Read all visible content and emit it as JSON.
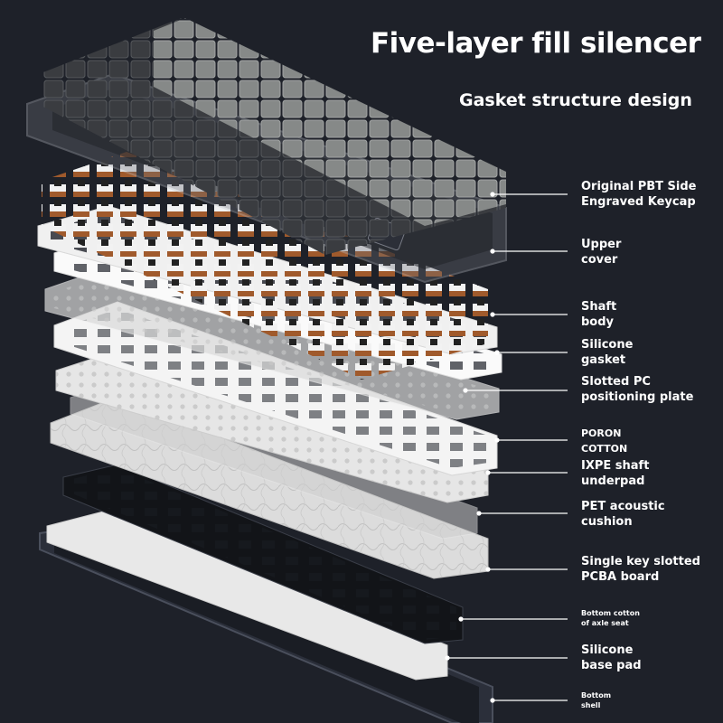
{
  "header": {
    "title": "Five-layer fill silencer",
    "subtitle": "Gasket structure design"
  },
  "layers": [
    {
      "lines": [
        "Original PBT Side",
        "Engraved Keycap"
      ]
    },
    {
      "lines": [
        "Upper",
        "cover"
      ]
    },
    {
      "lines": [
        "Shaft",
        "body"
      ]
    },
    {
      "lines": [
        "Silicone",
        "gasket"
      ]
    },
    {
      "lines": [
        "Slotted PC",
        "positioning plate"
      ]
    },
    {
      "lines": [
        "PORON",
        "COTTON"
      ]
    },
    {
      "lines": [
        "IXPE shaft",
        "underpad"
      ]
    },
    {
      "lines": [
        "PET acoustic",
        "cushion"
      ]
    },
    {
      "lines": [
        "Single key slotted",
        "PCBA board"
      ]
    },
    {
      "lines": [
        "Bottom cotton",
        "of axle seat"
      ]
    },
    {
      "lines": [
        "Silicone",
        "base pad"
      ]
    },
    {
      "lines": [
        "Bottom",
        "shell"
      ]
    }
  ],
  "colors": {
    "background": "#1e2129",
    "keycap_dark": "#3a3c40",
    "keycap_gray": "#8a8d8c",
    "switch_brown": "#a05a2c",
    "plate_white": "#eeeeee",
    "leader_line": "#ffffff"
  }
}
